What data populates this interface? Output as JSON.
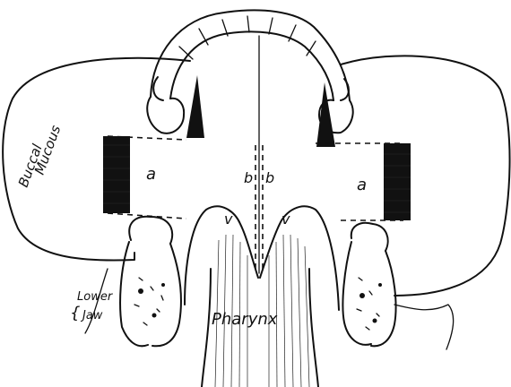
{
  "labels": {
    "buccal": "Buccal",
    "mucous": "Mucous",
    "lower": "Lower",
    "jaw": "Jaw",
    "pharynx": "Pharynx",
    "a_left": "a",
    "a_right": "a",
    "b_left": "b",
    "b_right": "b",
    "v_left": "v",
    "v_right": "v"
  }
}
